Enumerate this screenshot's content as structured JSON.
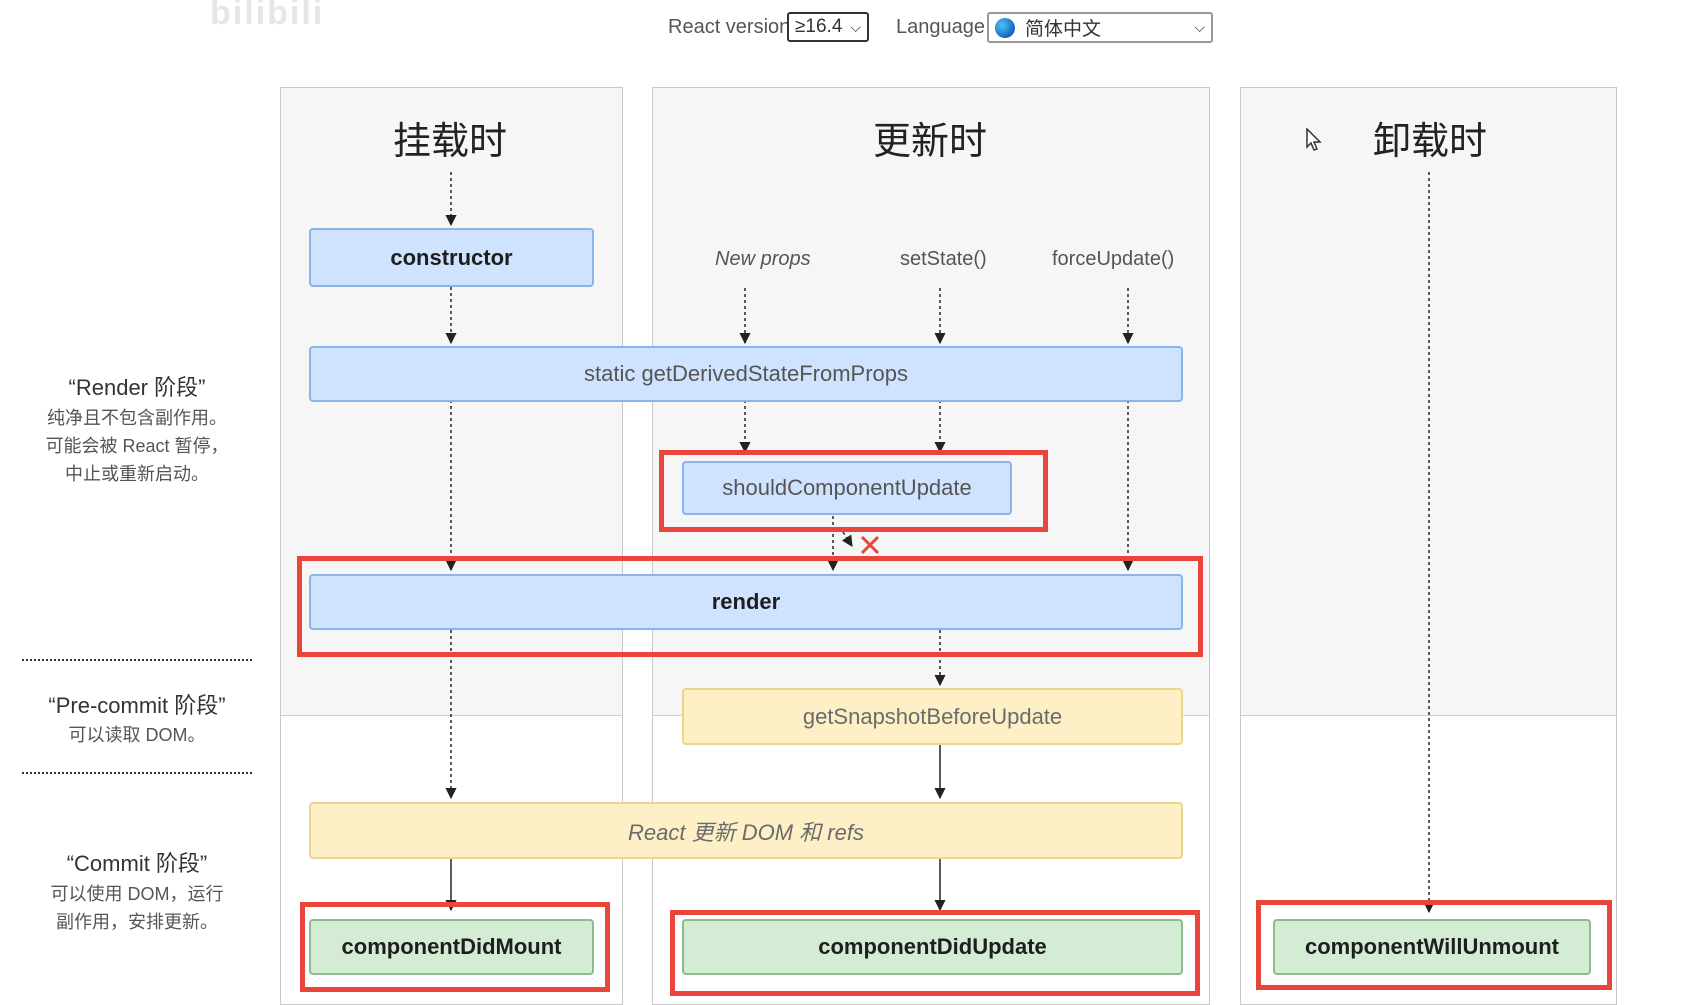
{
  "watermark": "bilibili",
  "topbar": {
    "react_version_label": "React version",
    "react_version_value": "≥16.4",
    "language_label": "Language",
    "language_value": "简体中文"
  },
  "columns": {
    "mount": "挂载时",
    "update": "更新时",
    "unmount": "卸载时"
  },
  "triggers": {
    "new_props": "New props",
    "set_state": "setState()",
    "force_update": "forceUpdate()"
  },
  "methods": {
    "constructor": "constructor",
    "get_derived": "static getDerivedStateFromProps",
    "should_update": "shouldComponentUpdate",
    "render": "render",
    "get_snapshot": "getSnapshotBeforeUpdate",
    "react_updates": "React 更新 DOM 和 refs",
    "did_mount": "componentDidMount",
    "did_update": "componentDidUpdate",
    "will_unmount": "componentWillUnmount"
  },
  "phases": {
    "render": {
      "title": "“Render 阶段”",
      "desc": [
        "纯净且不包含副作用。",
        "可能会被 React 暂停，",
        "中止或重新启动。"
      ]
    },
    "precommit": {
      "title": "“Pre-commit 阶段”",
      "desc": [
        "可以读取 DOM。"
      ]
    },
    "commit": {
      "title": "“Commit 阶段”",
      "desc": [
        "可以使用 DOM，运行",
        "副作用，安排更新。"
      ]
    }
  },
  "colors": {
    "highlight": "#e8463a",
    "render_phase": "#cfe3ff",
    "precommit_phase": "#fdf0c6",
    "commit_phase": "#d4ebd4"
  }
}
